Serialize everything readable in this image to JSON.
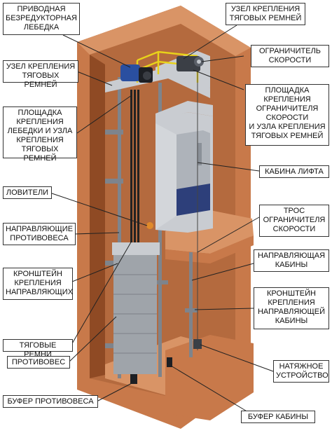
{
  "labels": {
    "drive_winch": "ПРИВОДНАЯ\nБЕЗРЕДУКТОРНАЯ\nЛЕБЕДКА",
    "belt_anchor_top": "УЗЕЛ КРЕПЛЕНИЯ\nТЯГОВЫХ РЕМНЕЙ",
    "belt_anchor_left": "УЗЕЛ КРЕПЛЕНИЯ\nТЯГОВЫХ РЕМНЕЙ",
    "speed_governor": "ОГРАНИЧИТЕЛЬ\nСКОРОСТИ",
    "governor_platform": "ПЛОЩАДКА\nКРЕПЛЕНИЯ\nОГРАНИЧИТЕЛЯ\nСКОРОСТИ\nИ УЗЛА КРЕПЛЕНИЯ\nТЯГОВЫХ РЕМНЕЙ",
    "winch_platform": "ПЛОЩАДКА\nКРЕПЛЕНИЯ\nЛЕБЕДКИ И УЗЛА\nКРЕПЛЕНИЯ\nТЯГОВЫХ РЕМНЕЙ",
    "elevator_car": "КАБИНА ЛИФТА",
    "safety_gear": "ЛОВИТЕЛИ",
    "cw_guides": "НАПРАВЛЯЮЩИЕ\nПРОТИВОВЕСА",
    "governor_rope": "ТРОС\nОГРАНИЧИТЕЛЯ\nСКОРОСТИ",
    "car_guide": "НАПРАВЛЯЮЩАЯ\nКАБИНЫ",
    "guide_bracket": "КРОНШТЕЙН\nКРЕПЛЕНИЯ\nНАПРАВЛЯЮЩИХ",
    "car_guide_bracket": "КРОНШТЕЙН\nКРЕПЛЕНИЯ\nНАПРАВЛЯЮЩЕЙ\nКАБИНЫ",
    "traction_belts": "ТЯГОВЫЕ РЕМНИ",
    "counterweight": "ПРОТИВОВЕС",
    "tension_device": "НАТЯЖНОЕ\nУСТРОЙСТВО",
    "cw_buffer": "БУФЕР ПРОТИВОВЕСА",
    "car_buffer": "БУФЕР КАБИНЫ"
  },
  "colors": {
    "shaft_wall": "#c8794a",
    "shaft_wall_dark": "#8f4a24",
    "shaft_wall_light": "#d99466",
    "steel": "#c9ccd1",
    "steel_dark": "#7e848c",
    "car_floor": "#2d3f7a",
    "counterweight": "#9fa4aa",
    "railing": "#e8d21a",
    "motor": "#2a4fa0",
    "leader": "#222222"
  }
}
